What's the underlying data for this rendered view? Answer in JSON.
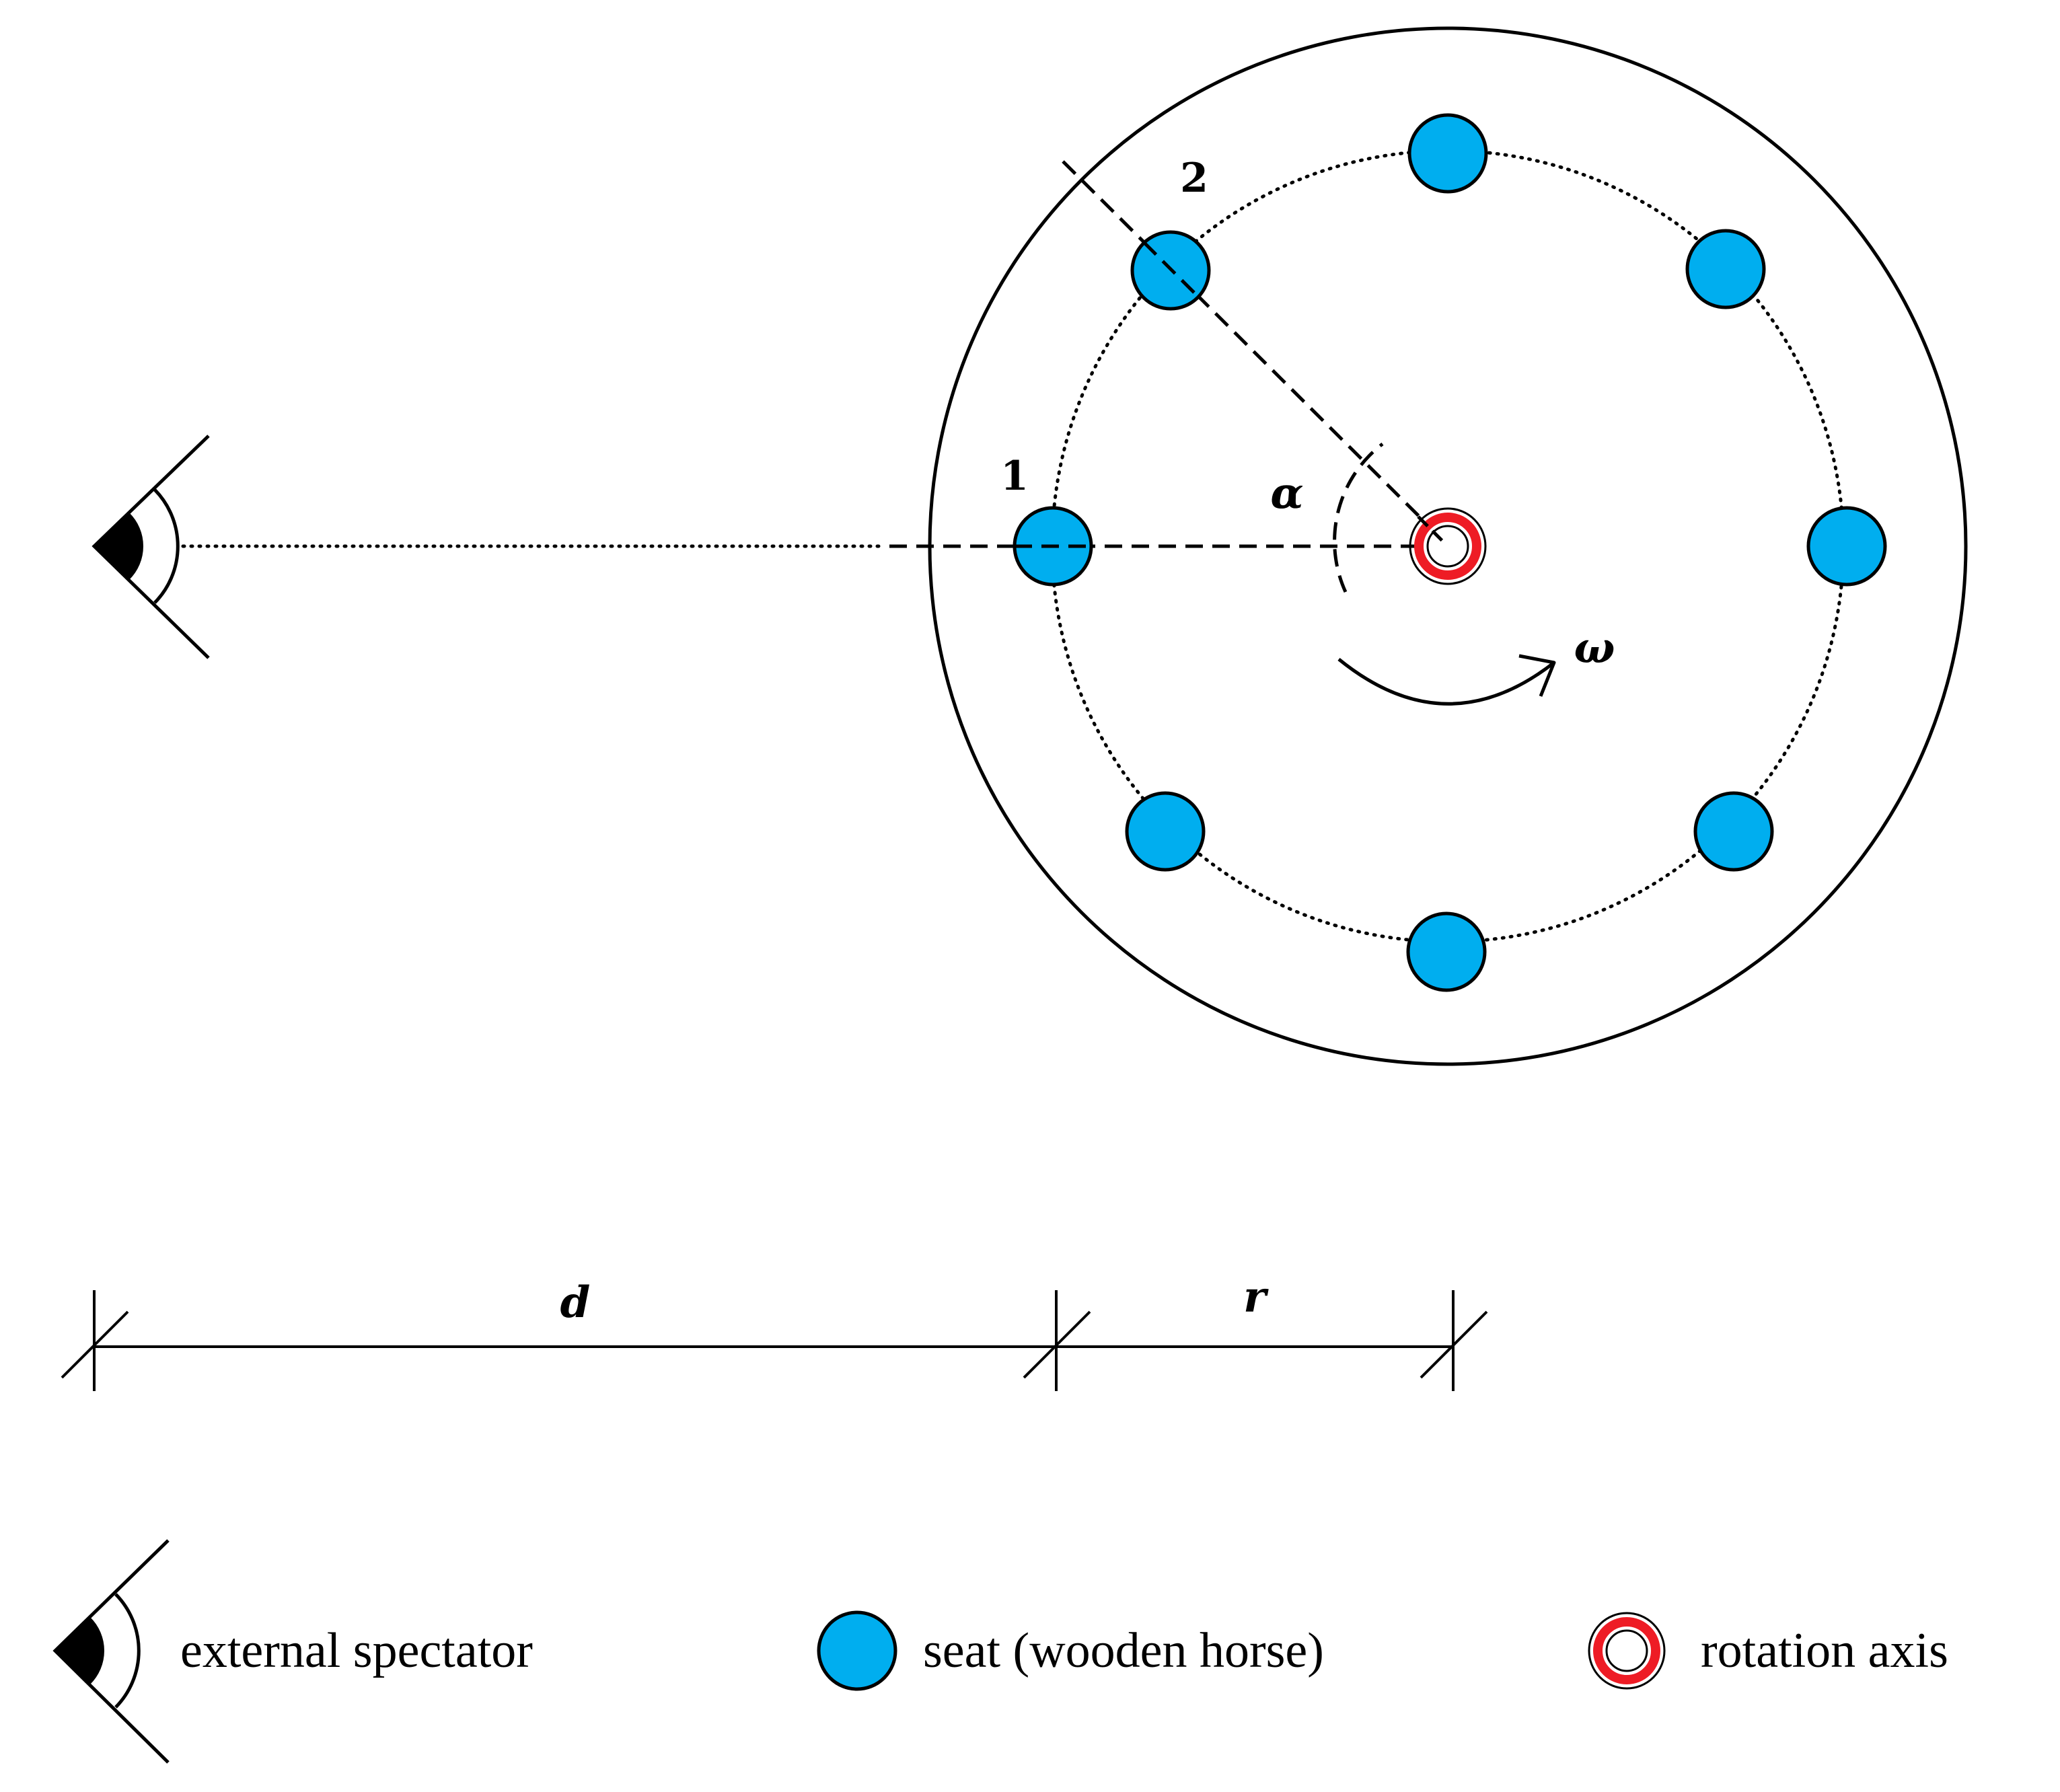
{
  "labels": {
    "seat_1": "1",
    "seat_2": "2",
    "angle": "α",
    "angular_velocity": "ω",
    "distance": "d",
    "radius": "r"
  },
  "legend": {
    "spectator": "external spectator",
    "seat": "seat (wooden horse)",
    "axis": "rotation axis"
  },
  "colors": {
    "seat_fill": "#00AEEF",
    "axis_ring": "#EE1C25",
    "line": "#000000"
  },
  "icons": {
    "spectator": "eye-icon",
    "seat": "seat-icon",
    "axis": "rotation-axis-icon"
  }
}
